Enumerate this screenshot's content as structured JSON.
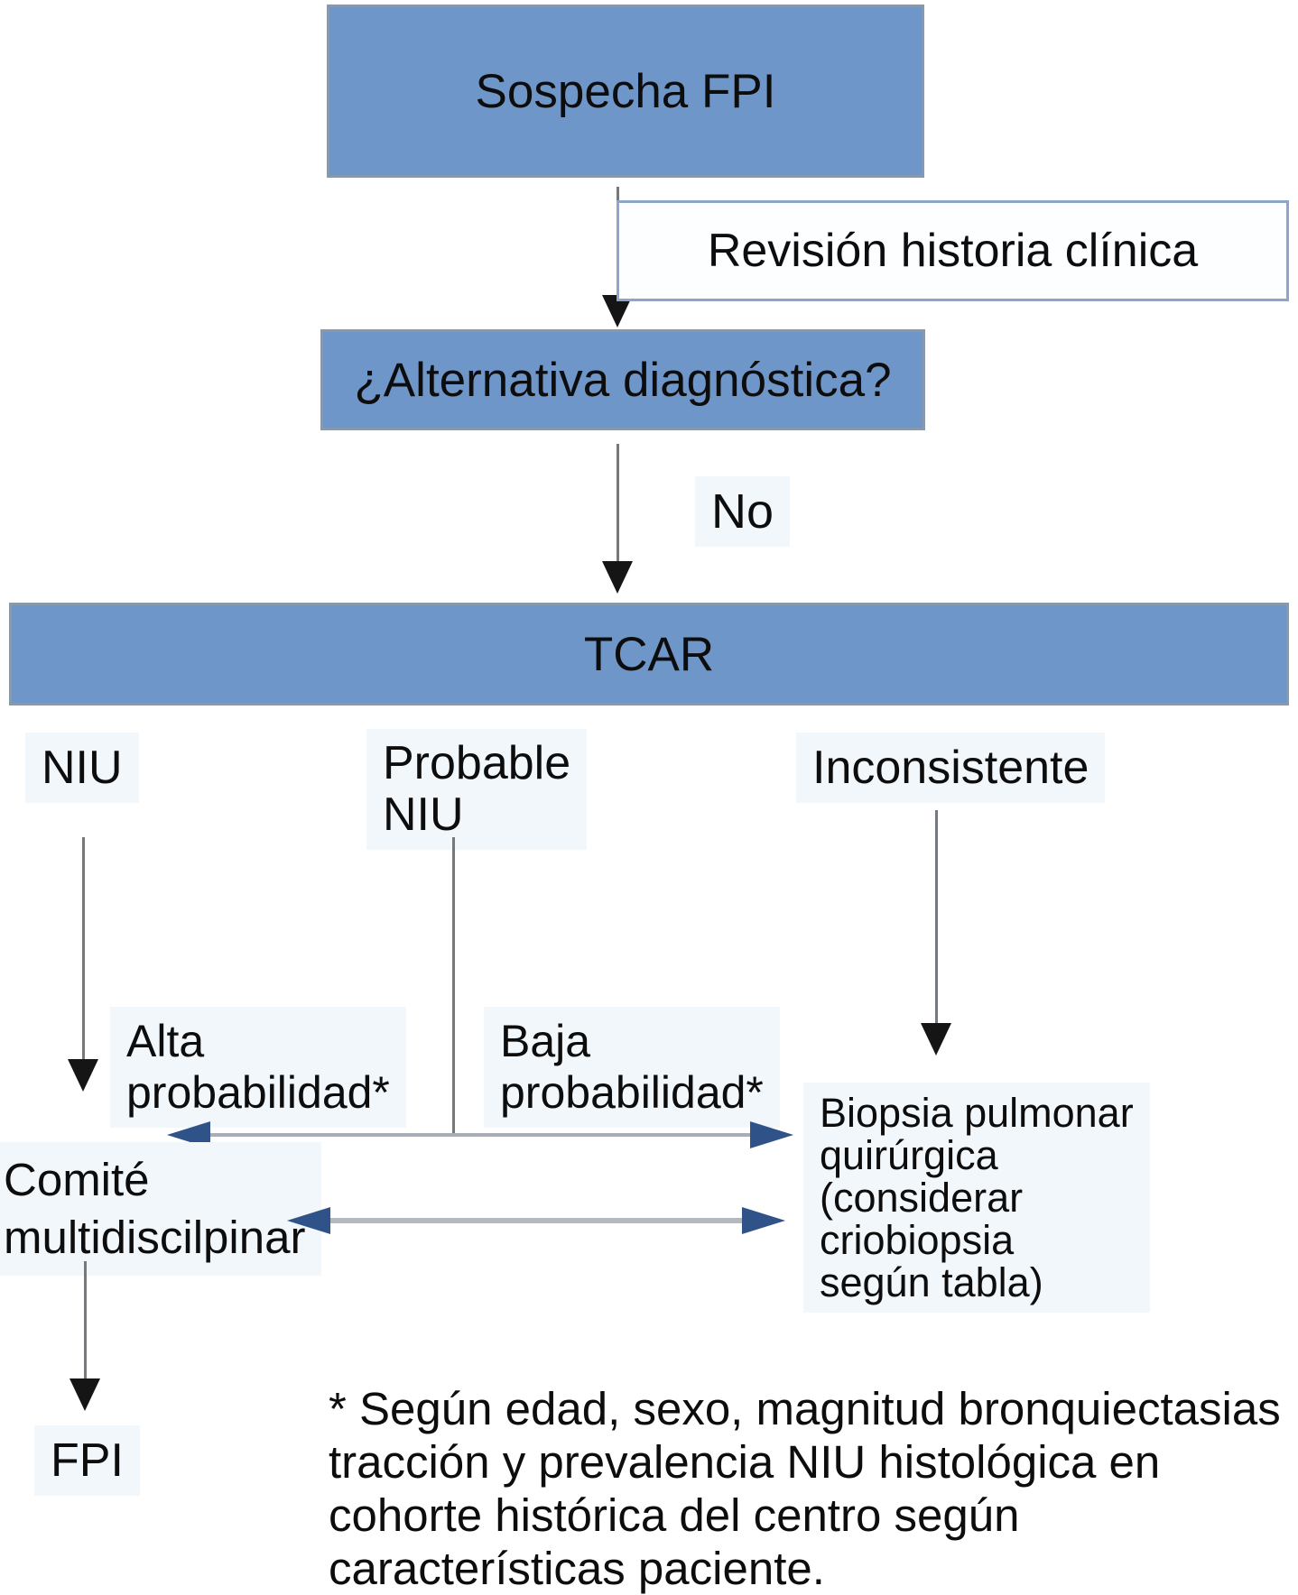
{
  "colors": {
    "box_fill": "#6f96c9",
    "box_border": "#8799ab",
    "outline_box_fill": "#fdfeff",
    "outline_box_border": "#8ba6c9",
    "text": "#0d0d0d",
    "line_gray": "#75797e",
    "double_arrow_line_1": "#a8aeb6",
    "double_arrow_line_2": "#b4b9bf",
    "arrowhead_navy": "#2f5288",
    "arrowhead_black": "#151515",
    "label_bg": "#f2f7fb"
  },
  "nodes": {
    "sospecha": "Sospecha FPI",
    "revision": "Revisión historia clínica",
    "alternativa": "¿Alternativa diagnóstica?",
    "tcar": "TCAR"
  },
  "labels": {
    "no": "No",
    "niu": "NIU",
    "probable_niu": "Probable\nNIU",
    "inconsistente": "Inconsistente",
    "alta": "Alta\nprobabilidad*",
    "baja": "Baja\nprobabilidad*",
    "biopsia": "Biopsia pulmonar\nquirúrgica\n(considerar\ncriobiopsia\nsegún tabla)",
    "comite": "Comité\nmultidiscilpinar",
    "fpi": "FPI"
  },
  "footnote": {
    "text": "* Según edad, sexo, magnitud bronquiectasias\ntracción y prevalencia NIU histológica en\ncohorte histórica del centro según\ncaracterísticas paciente."
  }
}
